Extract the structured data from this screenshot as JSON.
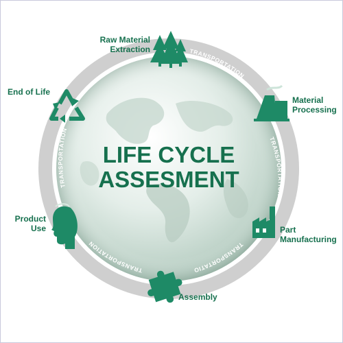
{
  "title": {
    "line1": "LIFE CYCLE",
    "line2": "ASSESMENT"
  },
  "ring_label": "TRANSPORTATION",
  "stages": {
    "raw_material": {
      "line1": "Raw Material",
      "line2": "Extraction",
      "icon": "trees-icon"
    },
    "material_processing": {
      "line1": "Material",
      "line2": "Processing",
      "icon": "factory-cooling-tower-icon"
    },
    "part_manufacturing": {
      "line1": "Part",
      "line2": "Manufacturing",
      "icon": "factory-icon"
    },
    "assembly": {
      "line1": "Assembly",
      "icon": "puzzle-piece-icon"
    },
    "product_use": {
      "line1": "Product",
      "line2": "Use",
      "icon": "head-profile-icon"
    },
    "end_of_life": {
      "line1": "End of Life",
      "icon": "recycle-icon"
    }
  },
  "colors": {
    "accent": "#16704e",
    "icon": "#1e8a66",
    "ring": "#cfcfcf",
    "ring_text": "#ffffff",
    "background": "#ffffff"
  }
}
